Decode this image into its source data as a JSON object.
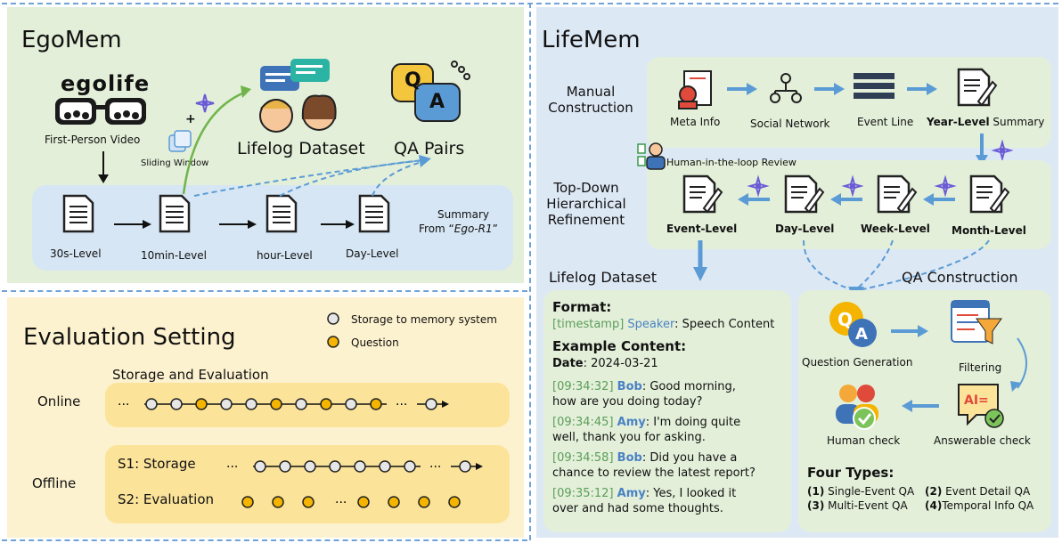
{
  "egomem": {
    "title": "EgoMem",
    "logo_text": "egolife",
    "first_person_video": "First-Person Video",
    "sliding_window": "Sliding Window",
    "plus": "+",
    "lifelog_dataset": "Lifelog Dataset",
    "qa_pairs": "QA Pairs",
    "qa_q": "Q",
    "qa_a": "A",
    "levels": [
      "30s-Level",
      "10min-Level",
      "hour-Level",
      "Day-Level"
    ],
    "summary_line1": "Summary",
    "summary_line2_prefix": "From “",
    "summary_line2_italic": "Ego-R1",
    "summary_line2_suffix": "”"
  },
  "evaluation": {
    "title": "Evaluation Setting",
    "legend": [
      {
        "label": "Storage to memory system",
        "color": "#e6e6e6"
      },
      {
        "label": "Question",
        "color": "#f4b400"
      }
    ],
    "storage_and_evaluation": "Storage and Evaluation",
    "online": "Online",
    "offline": "Offline",
    "s1": "S1: Storage",
    "s2": "S2: Evaluation",
    "ellipsis": "···",
    "online_sequence": [
      "s",
      "s",
      "q",
      "s",
      "s",
      "q",
      "s",
      "q",
      "s",
      "q"
    ],
    "s1_sequence": [
      "s",
      "s",
      "s",
      "s",
      "s",
      "s",
      "s"
    ],
    "s2_sequence": [
      "q",
      "q",
      "q",
      "q",
      "q",
      "q",
      "q"
    ]
  },
  "lifemem": {
    "title": "LifeMem",
    "manual_construction_1": "Manual",
    "manual_construction_2": "Construction",
    "manual_steps": {
      "meta_info": "Meta Info",
      "social_network": "Social Network",
      "event_line": "Event Line",
      "year_bold": "Year-Level",
      "year_rest": " Summary"
    },
    "top_down_1": "Top-Down",
    "top_down_2": "Hierarchical",
    "top_down_3": "Refinement",
    "human_review": "Human-in-the-loop Review",
    "refine_levels": [
      "Event-Level",
      "Day-Level",
      "Week-Level",
      "Month-Level"
    ],
    "lifelog_dataset": "Lifelog Dataset",
    "qa_construction": "QA Construction",
    "format_label": "Format",
    "format_colon": ":",
    "format_timestamp": "[timestamp]",
    "format_speaker": "Speaker",
    "format_content": ": Speech Content",
    "example_label": "Example Content",
    "example_colon": ":",
    "date_label": "Date",
    "date_value": ": 2024-03-21",
    "dialogue": [
      {
        "time": "[09:34:32]",
        "speaker": "Bob",
        "line1": ": Good morning,",
        "line2": "how are you doing today?"
      },
      {
        "time": "[09:34:45]",
        "speaker": "Amy",
        "line1": ": I'm doing quite",
        "line2": "well, thank you for asking."
      },
      {
        "time": "[09:34:58]",
        "speaker": "Bob",
        "line1": ": Did you have a",
        "line2": "chance to review the latest report?"
      },
      {
        "time": "[09:35:12]",
        "speaker": "Amy",
        "line1": ": Yes, I looked it",
        "line2": "over and had some thoughts."
      }
    ],
    "qa_steps": {
      "question_generation": "Question Generation",
      "filtering": "Filtering",
      "answerable_check": "Answerable check",
      "human_check": "Human check"
    },
    "four_types_label": "Four Types",
    "four_types_colon": ":",
    "types": [
      {
        "num": "(1)",
        "label": " Single-Event QA"
      },
      {
        "num": "(2)",
        "label": " Event Detail QA"
      },
      {
        "num": "(3)",
        "label": " Multi-Event QA"
      },
      {
        "num": "(4)",
        "label": "Temporal Info QA"
      }
    ]
  },
  "colors": {
    "egomem_bg": "#e3efd9",
    "eval_bg": "#fdf2cf",
    "lifemem_bg": "#dde8f5",
    "arrow_blue": "#5b9bd5",
    "arrow_green": "#6fb44a",
    "question_yellow": "#f4b400",
    "storage_grey": "#e6e6e6"
  }
}
